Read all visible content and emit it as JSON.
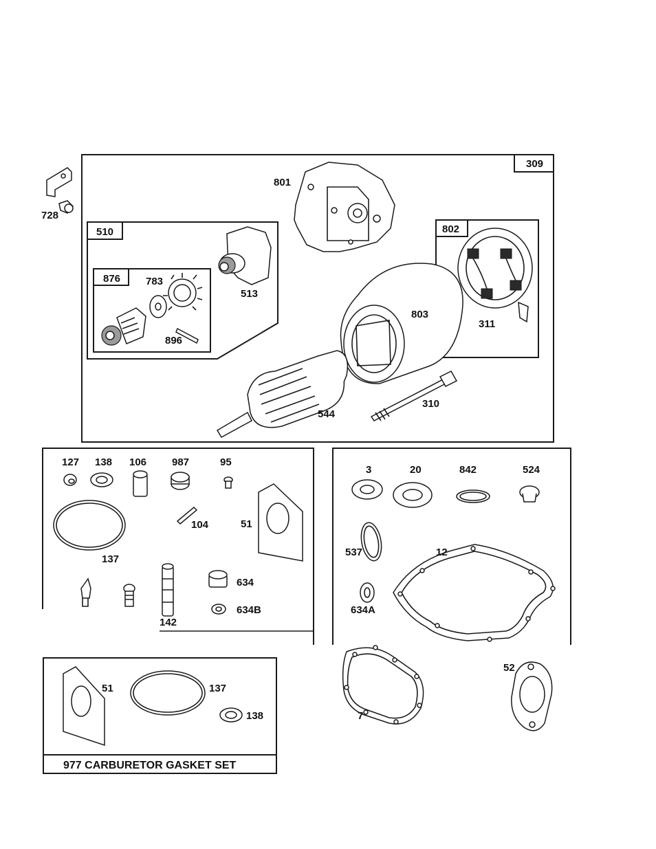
{
  "boxes": {
    "starter": "309",
    "drive": "510",
    "clutch": "876",
    "brush_holder": "802"
  },
  "labels": {
    "p728": "728",
    "p801": "801",
    "p513": "513",
    "p783": "783",
    "p896": "896",
    "p803": "803",
    "p311": "311",
    "p310": "310",
    "p544": "544",
    "p127": "127",
    "p138": "138",
    "p106": "106",
    "p987": "987",
    "p95": "95",
    "p104": "104",
    "p51": "51",
    "p137": "137",
    "p634": "634",
    "p634B": "634B",
    "p142": "142",
    "p3": "3",
    "p20": "20",
    "p842": "842",
    "p524": "524",
    "p537": "537",
    "p12": "12",
    "p634A": "634A",
    "p7": "7",
    "p52": "52",
    "kit51": "51",
    "kit137": "137",
    "kit138": "138"
  },
  "kit_title": "977 CARBURETOR GASKET SET"
}
